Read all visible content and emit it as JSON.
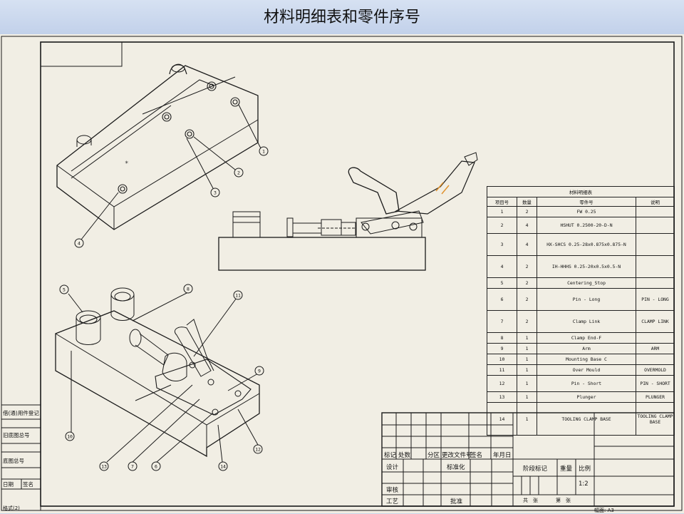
{
  "slide_title": "材料明细表和零件序号",
  "bom": {
    "title": "材料明细表",
    "headers": [
      "项目号",
      "数量",
      "零件号",
      "说明"
    ],
    "rows": [
      {
        "item": "1",
        "qty": "2",
        "part": "FW 0.25",
        "desc": ""
      },
      {
        "item": "2",
        "qty": "4",
        "part": "HSHUT 0.2500-20-D-N",
        "desc": ""
      },
      {
        "item": "3",
        "qty": "4",
        "part": "HX-SHCS 0.25-28x0.875x0.875-N",
        "desc": ""
      },
      {
        "item": "4",
        "qty": "2",
        "part": "IH-HHHS 0.25-20x0.5x0.5-N",
        "desc": ""
      },
      {
        "item": "5",
        "qty": "2",
        "part": "Centering_Stop",
        "desc": ""
      },
      {
        "item": "6",
        "qty": "2",
        "part": "Pin - Long",
        "desc": "PIN - LONG"
      },
      {
        "item": "7",
        "qty": "2",
        "part": "Clamp Link",
        "desc": "CLAMP LINK"
      },
      {
        "item": "8",
        "qty": "1",
        "part": "Clamp End-F",
        "desc": ""
      },
      {
        "item": "9",
        "qty": "1",
        "part": "Arm",
        "desc": "ARM"
      },
      {
        "item": "10",
        "qty": "1",
        "part": "Mounting Base C",
        "desc": ""
      },
      {
        "item": "11",
        "qty": "1",
        "part": "Over Mould",
        "desc": "OVERMOLD"
      },
      {
        "item": "12",
        "qty": "1",
        "part": "Pin - Short",
        "desc": "PIN - SHORT"
      },
      {
        "item": "13",
        "qty": "1",
        "part": "Plunger",
        "desc": "PLUNGER"
      },
      {
        "item": "14",
        "qty": "1",
        "part": "TOOLING CLAMP BASE",
        "desc": "TOOLING CLAMP BASE"
      }
    ]
  },
  "title_block": {
    "mark": "标记",
    "count": "处数",
    "zone": "分区",
    "doc_no": "更改文件号",
    "signature": "签名",
    "date": "年月日",
    "design": "设计",
    "standardize": "标准化",
    "review": "审核",
    "process": "工艺",
    "approve": "批准",
    "stage_mark": "阶段标记",
    "weight": "重量",
    "scale_label": "比例",
    "scale_value": "1:2",
    "sheets_total": "共　张",
    "sheet_no": "第　张",
    "format_left": "格式(2)",
    "format_right": "幅面: A3"
  },
  "side_fields": {
    "f1": "借(通)用件登记",
    "f2": "旧底图总号",
    "f3": "底图总号",
    "f4": "日期",
    "f5": "签名"
  },
  "balloons": [
    "1",
    "2",
    "3",
    "4",
    "5",
    "6",
    "7",
    "8",
    "9",
    "10",
    "11",
    "12",
    "13",
    "14"
  ]
}
